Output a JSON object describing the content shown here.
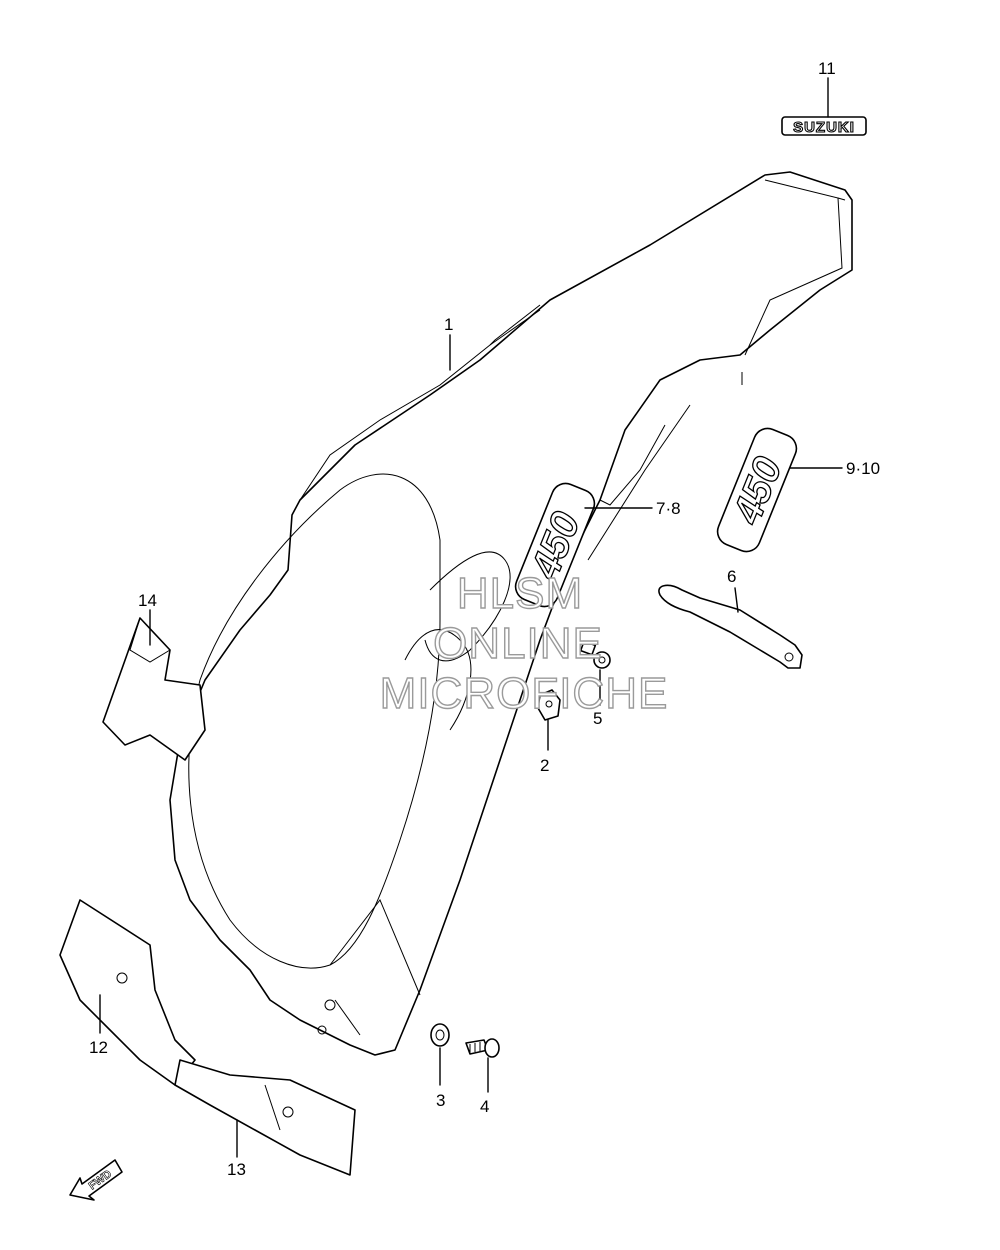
{
  "callouts": {
    "c1": "1",
    "c2": "2",
    "c3": "3",
    "c4": "4",
    "c5": "5",
    "c6": "6",
    "c78": "7·8",
    "c910": "9·10",
    "c11": "11",
    "c12": "12",
    "c13": "13",
    "c14": "14"
  },
  "badge_text": "SUZUKI",
  "decal_text": "450",
  "fwd_text": "FWD",
  "watermark": [
    "HLSM",
    "ONLINE",
    "MICROFICHE"
  ]
}
